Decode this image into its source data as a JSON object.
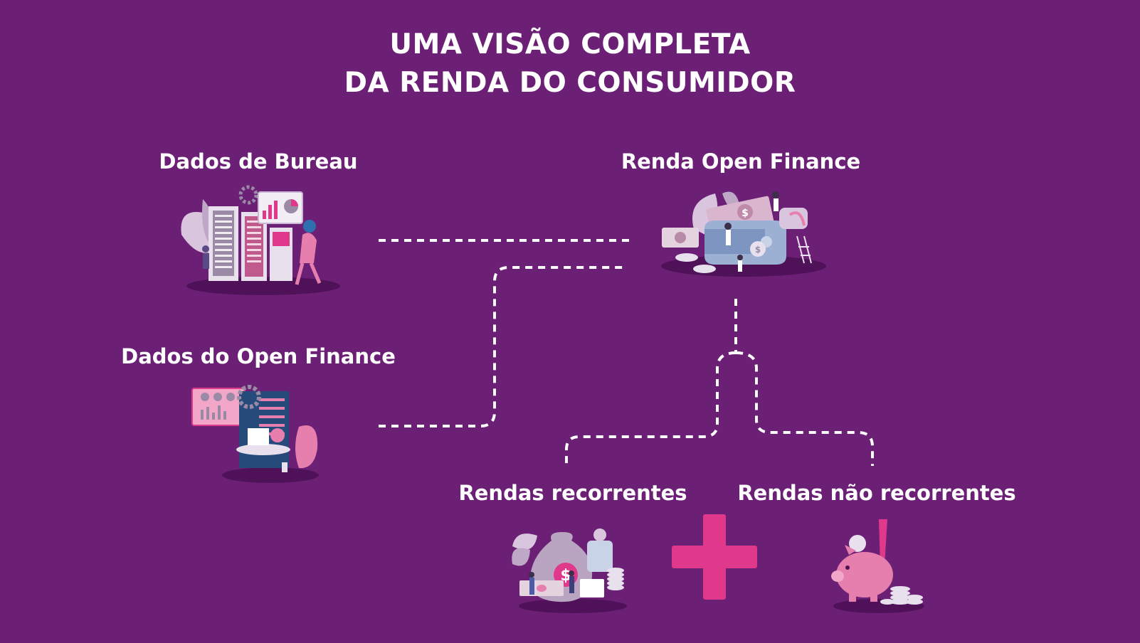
{
  "title": {
    "line1": "UMA VISÃO COMPLETA",
    "line2": "DA RENDA DO CONSUMIDOR"
  },
  "nodes": {
    "bureau": {
      "label": "Dados de Bureau",
      "icon": "server-analytics-illustration"
    },
    "open_finance_data": {
      "label": "Dados do Open Finance",
      "icon": "data-dashboard-illustration"
    },
    "open_finance_income": {
      "label": "Renda Open Finance",
      "icon": "wallet-money-illustration"
    },
    "recurring": {
      "label": "Rendas recorrentes",
      "icon": "money-bag-illustration"
    },
    "non_recurring": {
      "label": "Rendas não recorrentes",
      "icon": "piggy-bank-illustration"
    }
  },
  "operator": {
    "icon": "plus-icon"
  },
  "colors": {
    "background": "#6b1f75",
    "accent": "#e0388b",
    "text": "#ffffff",
    "illustration_light": "#d9c6de",
    "illustration_pink": "#e77fae"
  }
}
